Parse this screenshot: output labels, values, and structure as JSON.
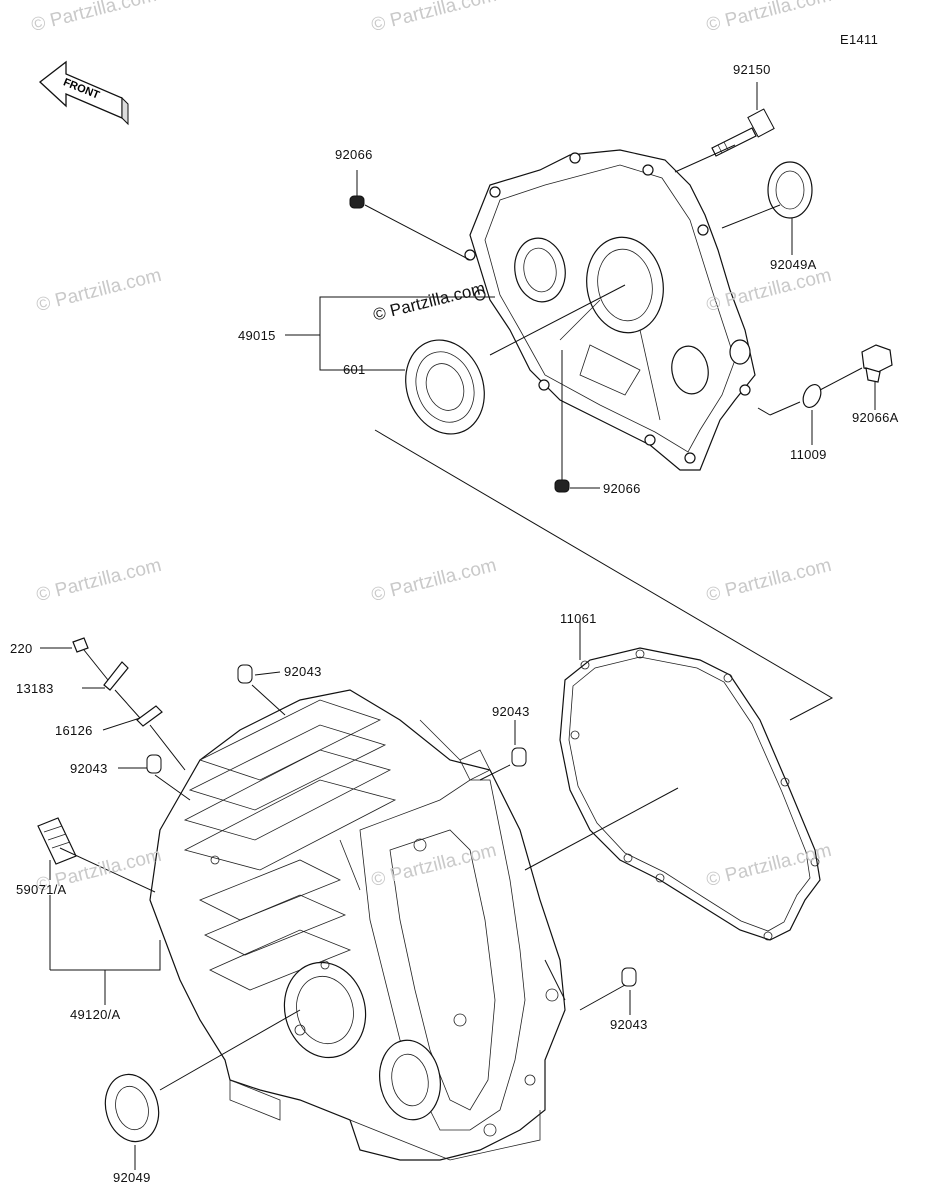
{
  "diagram": {
    "code": "E1411",
    "front_arrow_label": "FRONT",
    "watermark": "© Partzilla.com",
    "part_labels": {
      "p92150": "92150",
      "p92066_top": "92066",
      "p92049A": "92049A",
      "p49015": "49015",
      "p601": "601",
      "p92066A": "92066A",
      "p11009": "11009",
      "p92066_bottom": "92066",
      "p11061": "11061",
      "p220": "220",
      "p13183": "13183",
      "p92043_top": "92043",
      "p16126": "16126",
      "p92043_right": "92043",
      "p92043_left": "92043",
      "p59071A": "59071/A",
      "p49120A": "49120/A",
      "p92043_bottom": "92043",
      "p92049": "92049"
    }
  }
}
